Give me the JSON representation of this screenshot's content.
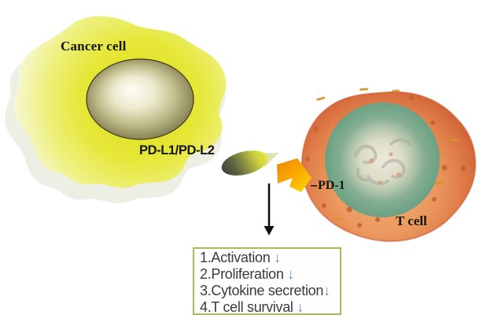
{
  "cancer_cell": {
    "label": "Cancer cell"
  },
  "ligand": {
    "label": "PD-L1/PD-L2"
  },
  "receptor": {
    "label": "PD-1"
  },
  "t_cell": {
    "label": "T cell"
  },
  "effects_box": {
    "items": [
      {
        "text": "1.Activation ",
        "arrow": "↓"
      },
      {
        "text": "2.Proliferation ",
        "arrow": "↓"
      },
      {
        "text": "3.Cytokine secretion",
        "arrow": "↓"
      },
      {
        "text": "4.T cell survival ",
        "arrow": "↓"
      }
    ]
  },
  "colors": {
    "cancer_yellow": "#e6e738",
    "cancer_halo_gray": "#e9ebdd",
    "nucleus_olive": "#5c5834",
    "t_cell_orange": "#e2814c",
    "t_nucleus_teal": "#74a689",
    "receptor_orange": "#f9a800",
    "ligand_dark": "#42463a",
    "box_border_green": "#a9ba5d",
    "down_arrow_blue": "#5d8fc5",
    "arrow_black": "#111111"
  }
}
